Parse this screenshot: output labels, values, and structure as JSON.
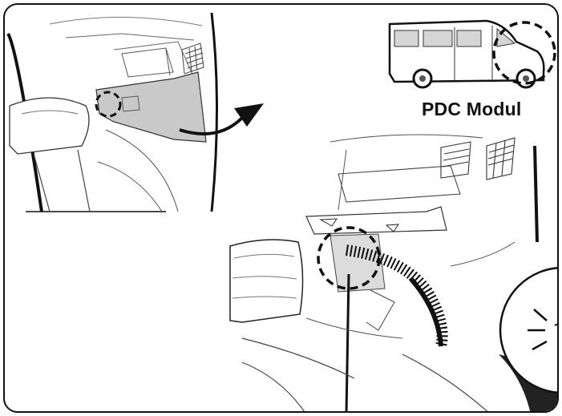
{
  "caption": "PDC Modul",
  "colors": {
    "line": "#111111",
    "panel_grey": "#c9c9c9",
    "highlight_grey": "#dcdcdc",
    "marker": "#111111"
  },
  "icons": [
    "van-icon",
    "arrow-icon",
    "dashed-circle-marker",
    "hatched-cable"
  ]
}
